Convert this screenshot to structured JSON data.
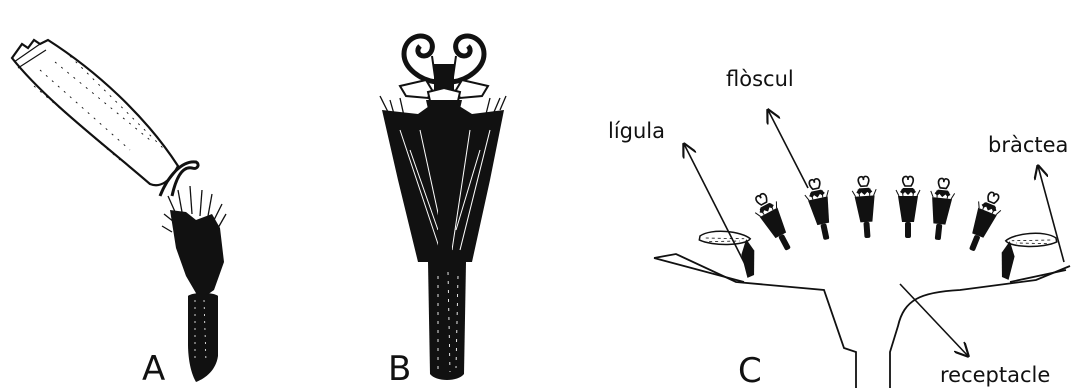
{
  "panels": {
    "a": "A",
    "b": "B",
    "c": "C"
  },
  "labels": {
    "ligula": "lígula",
    "floscul": "flòscul",
    "bractea": "bràctea",
    "receptacle": "receptacle"
  },
  "colors": {
    "ink": "#111111",
    "background": "#ffffff"
  }
}
